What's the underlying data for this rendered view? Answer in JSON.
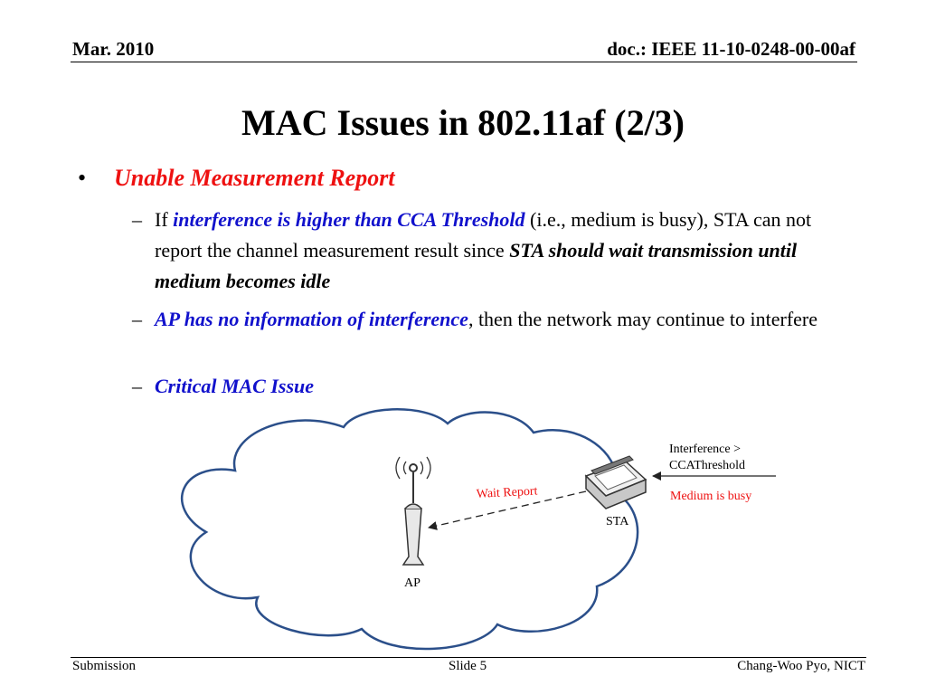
{
  "header": {
    "date": "Mar. 2010",
    "doc_id": "doc.: IEEE 11-10-0248-00-00af"
  },
  "title": "MAC Issues in 802.11af (2/3)",
  "bullet": {
    "marker": "•",
    "text": "Unable Measurement Report"
  },
  "subs": [
    {
      "marker": "–",
      "part1": "If ",
      "part2": "interference is higher than CCA Threshold",
      "part3": " (i.e., medium is busy), STA can not report the channel measurement result since ",
      "part4": "STA should wait transmission until medium becomes idle"
    },
    {
      "marker": "–",
      "part1": "AP has no information of interference",
      "part2": ", then the network may continue to interfere"
    },
    {
      "marker": "–",
      "part1": "Critical MAC Issue"
    }
  ],
  "diagram": {
    "ap_label": "AP",
    "sta_label": "STA",
    "wait_report": "Wait Report",
    "interference_line1": "Interference >",
    "interference_line2": "CCAThreshold",
    "medium_busy": "Medium is busy",
    "colors": {
      "red": "#ee1111",
      "blue": "#1111cc",
      "cloud_stroke": "#2b4f8a"
    }
  },
  "footer": {
    "left": "Submission",
    "center": "Slide 5",
    "right": "Chang-Woo Pyo, NICT"
  }
}
